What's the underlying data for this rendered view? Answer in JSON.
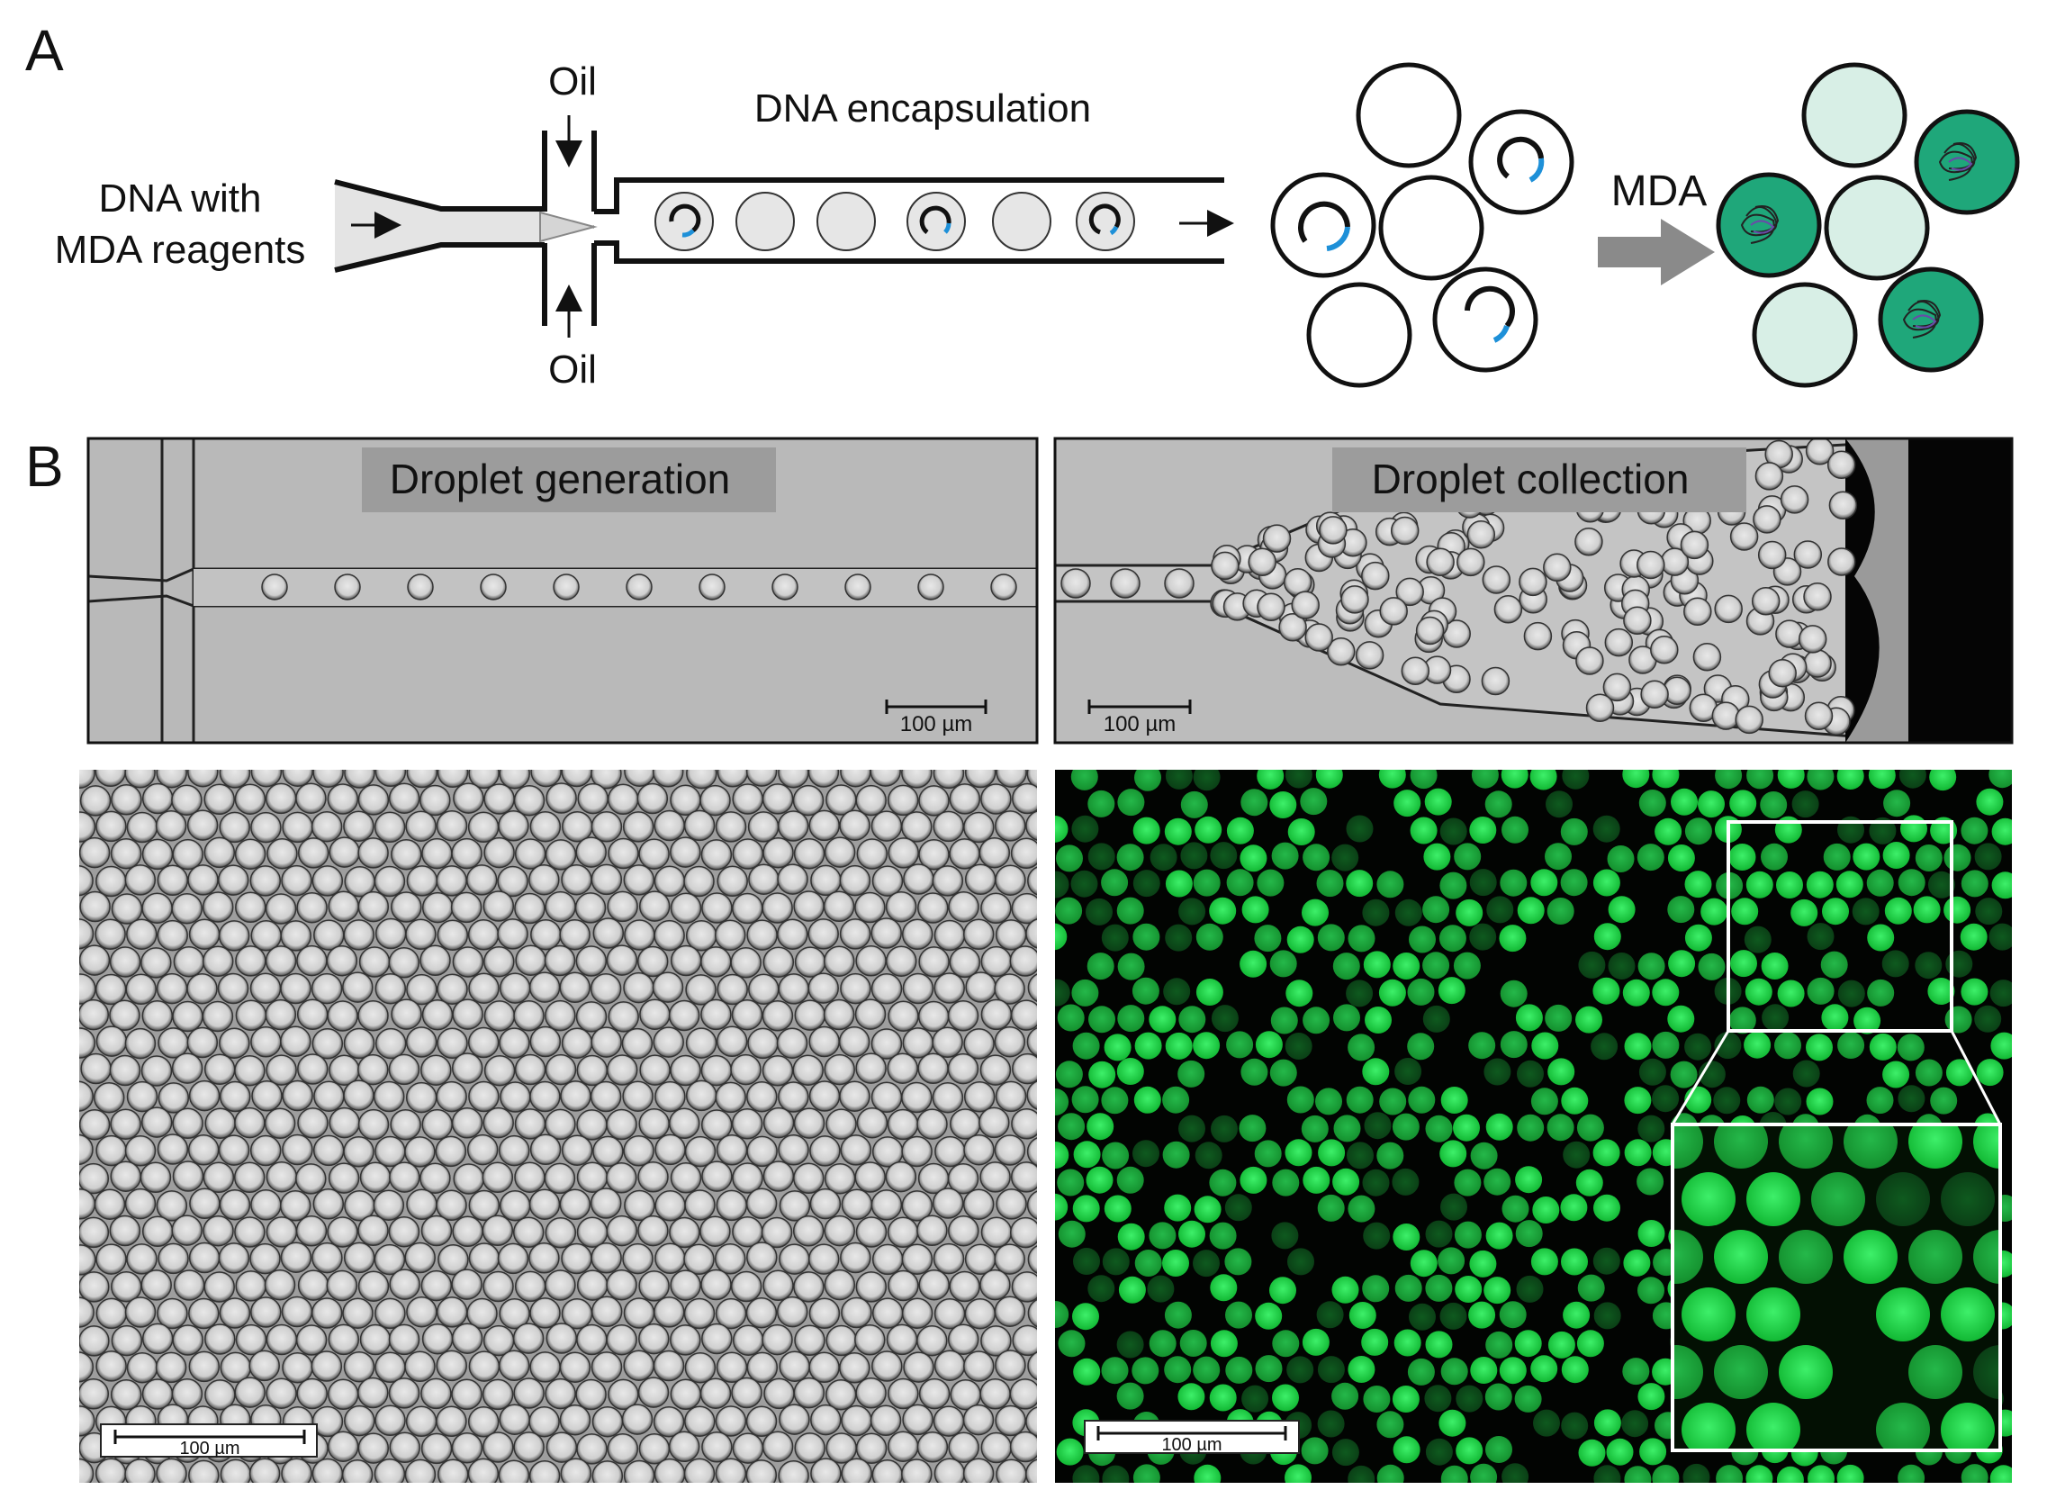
{
  "panel_a": {
    "letter": "A",
    "input_label_line1": "DNA with",
    "input_label_line2": "MDA reagents",
    "oil_top": "Oil",
    "oil_bottom": "Oil",
    "encapsulation_label": "DNA encapsulation",
    "mda_label": "MDA",
    "colors": {
      "dna_blue": "#1e90d8",
      "amplified_green": "#1fa77a",
      "empty_green": "#d8efe6",
      "droplet_gray": "#e6e6e6",
      "arrow_gray": "#8a8a8a"
    }
  },
  "panel_b": {
    "letter": "B",
    "generation_label": "Droplet generation",
    "collection_label": "Droplet collection",
    "scale_top_left": "100 µm",
    "scale_top_right": "100 µm",
    "scale_bottom_left": "100 µm",
    "scale_bottom_right": "100 µm",
    "colors": {
      "brightfield_bg": "#b9b9b9",
      "fluor_bg": "#020402",
      "fluor_green": "#18c83c"
    }
  }
}
